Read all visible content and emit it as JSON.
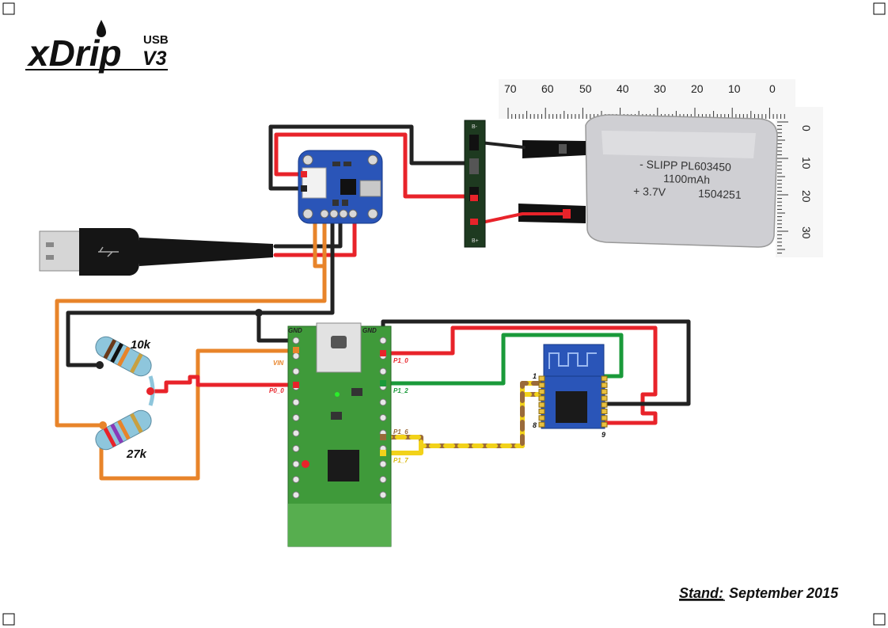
{
  "logo": {
    "name": "xDrip",
    "sup": "USB",
    "version": "V3"
  },
  "battery": {
    "line1": "- SLIPP PL603450",
    "line2": "1100mAh",
    "line3": "+ 3.7V",
    "line4": "1504251"
  },
  "ruler_top": [
    "70",
    "60",
    "50",
    "40",
    "30",
    "20",
    "10",
    "0"
  ],
  "ruler_side": [
    "0",
    "10",
    "20",
    "30"
  ],
  "resistors": {
    "upper": "10k",
    "lower": "27k"
  },
  "wixel_pins": {
    "gnd_left": "GND",
    "vin": "VIN",
    "p0_0": "P0_0",
    "gnd_right": "GND",
    "p1_0": "P1_0",
    "p1_2": "P1_2",
    "p1_6": "P1_6",
    "p1_7": "P1_7"
  },
  "bt_pins": {
    "pin1": "1",
    "pin8": "8",
    "pin9": "9"
  },
  "stand": {
    "label": "Stand:",
    "date": "September 2015"
  },
  "colors": {
    "red_wire": "#e8232a",
    "black_wire": "#222222",
    "orange_wire": "#e8842a",
    "green_wire": "#1a9a3a",
    "brown_wire": "#9a6a3a",
    "yellow_wire": "#f2d21a",
    "wixel_board": "#3f9a3a",
    "charger_board": "#2a55b8"
  }
}
